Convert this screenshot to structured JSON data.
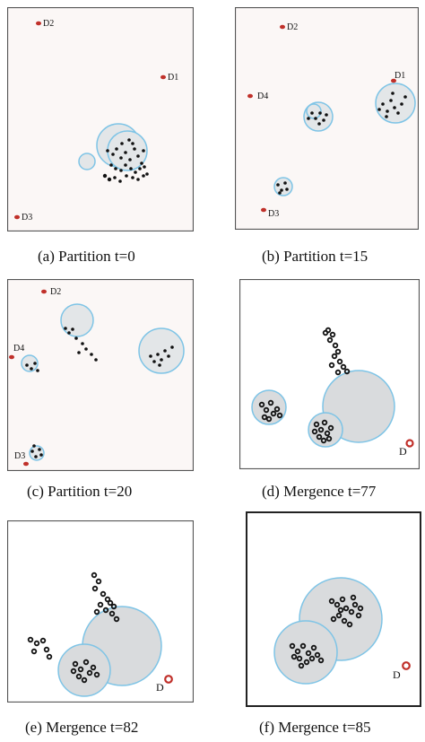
{
  "captions": {
    "a": "(a) Partition t=0",
    "b": "(b) Partition t=15",
    "c": "(c) Partition t=20",
    "d": "(d) Mergence t=77",
    "e": "(e) Mergence t=82",
    "f": "(f) Mergence t=85"
  },
  "depots": {
    "D1": "D1",
    "D2": "D2",
    "D3": "D3",
    "D4": "D4",
    "D": "D"
  },
  "colors": {
    "circle_stroke": "#7ec4e6",
    "circle_fill": "#d9dde0",
    "depot": "#c0302a",
    "node": "#111111"
  }
}
